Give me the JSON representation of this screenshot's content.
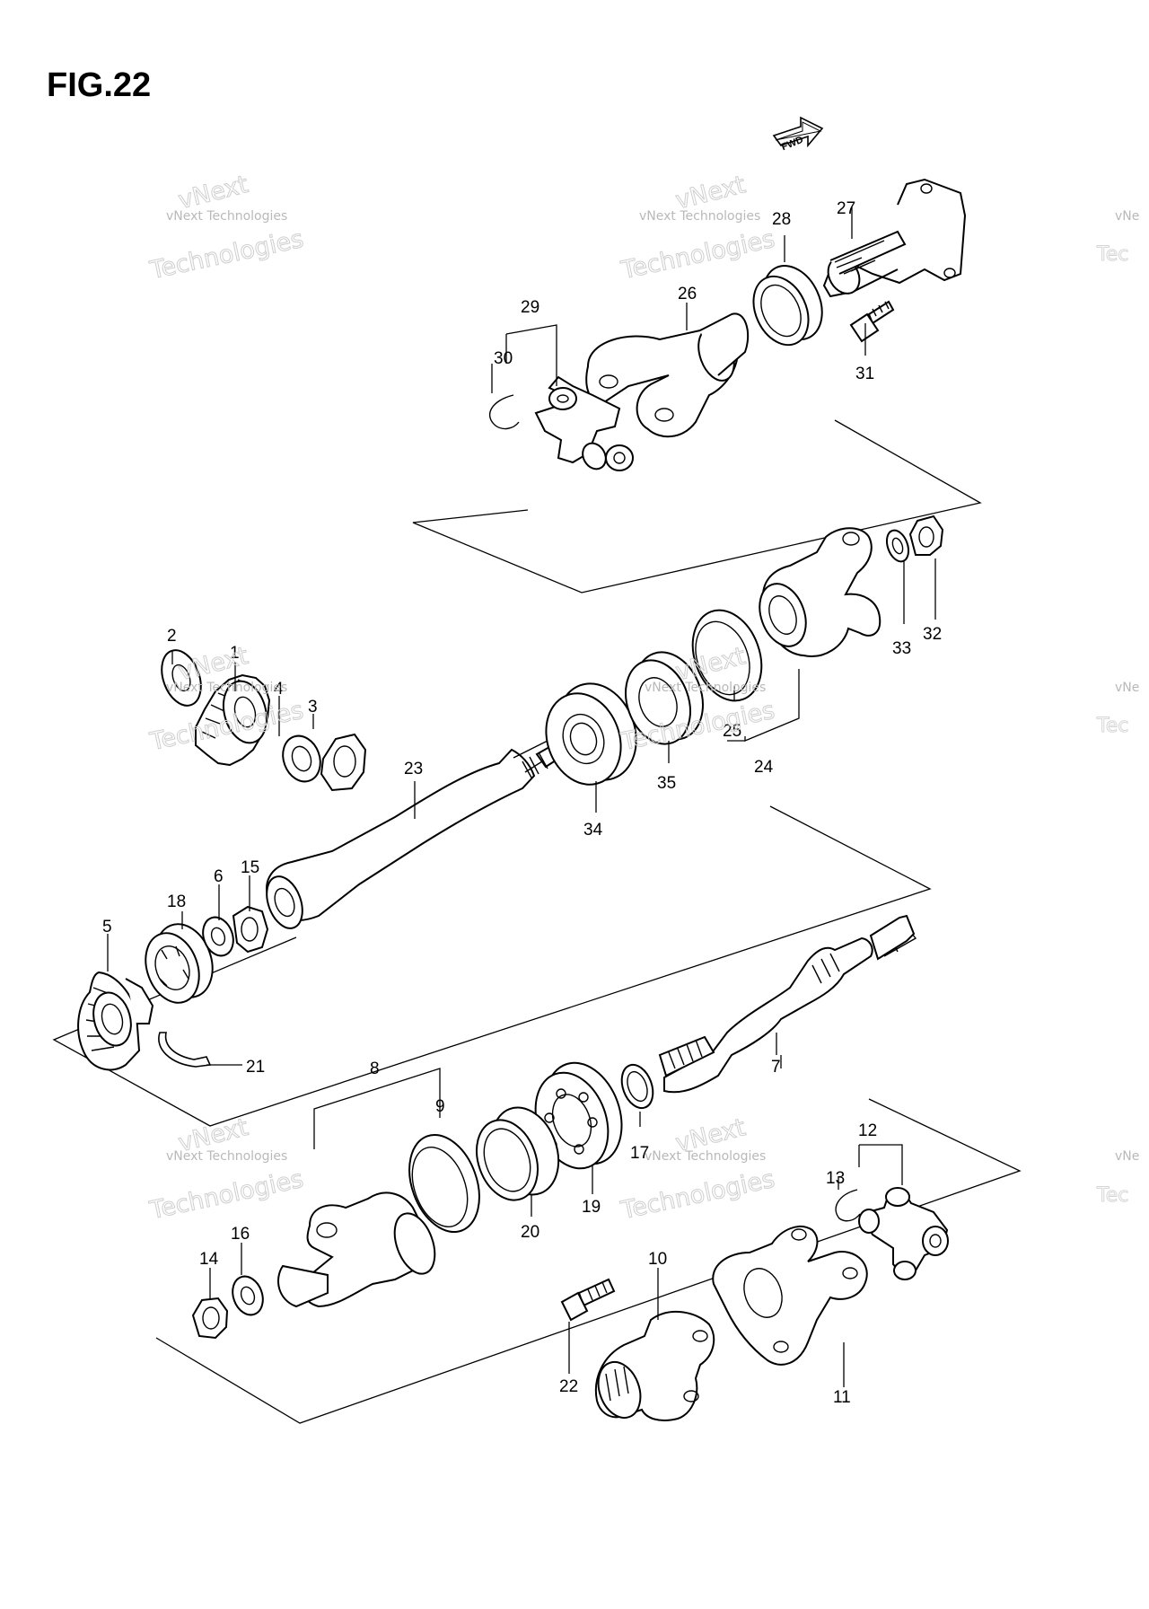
{
  "figure_title": "FIG.22",
  "fwd_badge": "FWD",
  "watermark": {
    "line1": "vNext",
    "line2": "vNext Technologies",
    "line3": "Technologies",
    "partial1": "vNe",
    "partial2": "Tec"
  },
  "callouts": {
    "p1": "1",
    "p2": "2",
    "p3": "3",
    "p4": "4",
    "p5": "5",
    "p6": "6",
    "p7": "7",
    "p8": "8",
    "p9": "9",
    "p10": "10",
    "p11": "11",
    "p12": "12",
    "p13": "13",
    "p14": "14",
    "p15": "15",
    "p16": "16",
    "p17": "17",
    "p18": "18",
    "p19": "19",
    "p20": "20",
    "p21": "21",
    "p22": "22",
    "p23": "23",
    "p24": "24",
    "p25": "25",
    "p26": "26",
    "p27": "27",
    "p28": "28",
    "p29": "29",
    "p30": "30",
    "p31": "31",
    "p32": "32",
    "p33": "33",
    "p34": "34",
    "p35": "35"
  }
}
